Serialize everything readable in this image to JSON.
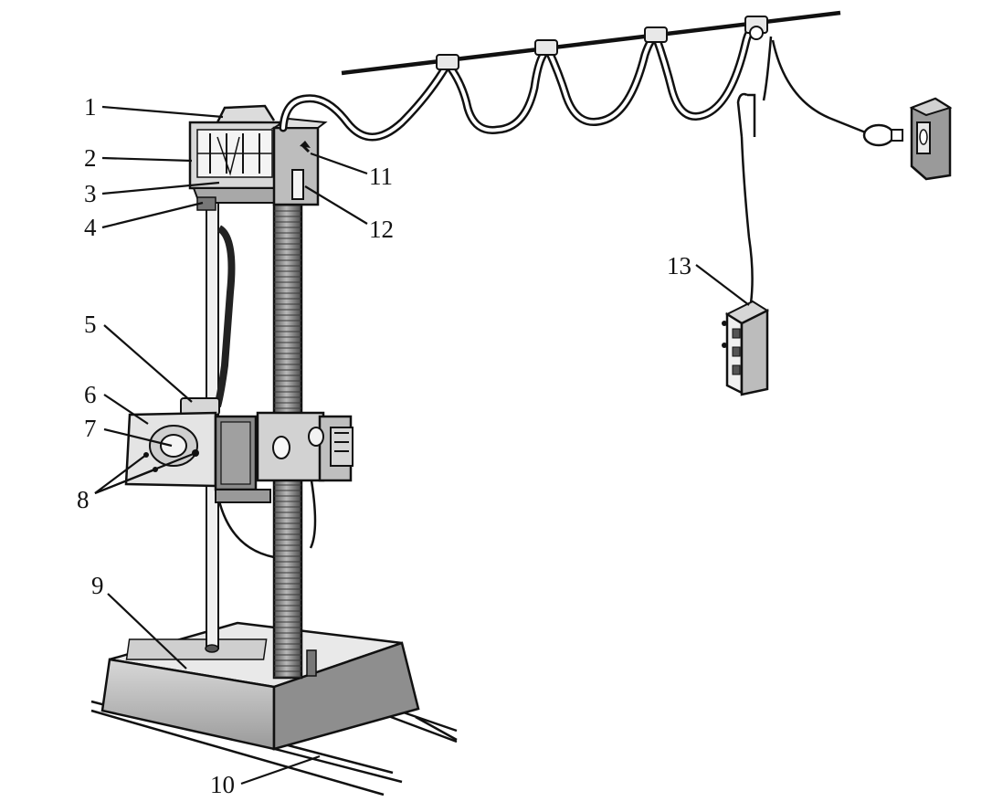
{
  "labels": [
    "1",
    "2",
    "3",
    "4",
    "5",
    "6",
    "7",
    "8",
    "9",
    "10",
    "11",
    "12",
    "13"
  ],
  "colors": {
    "ink": "#111111",
    "metal_light": "#e6e6e6",
    "metal_mid": "#b4b4b4",
    "metal_dark": "#6a6a6a",
    "background": "#ffffff"
  }
}
